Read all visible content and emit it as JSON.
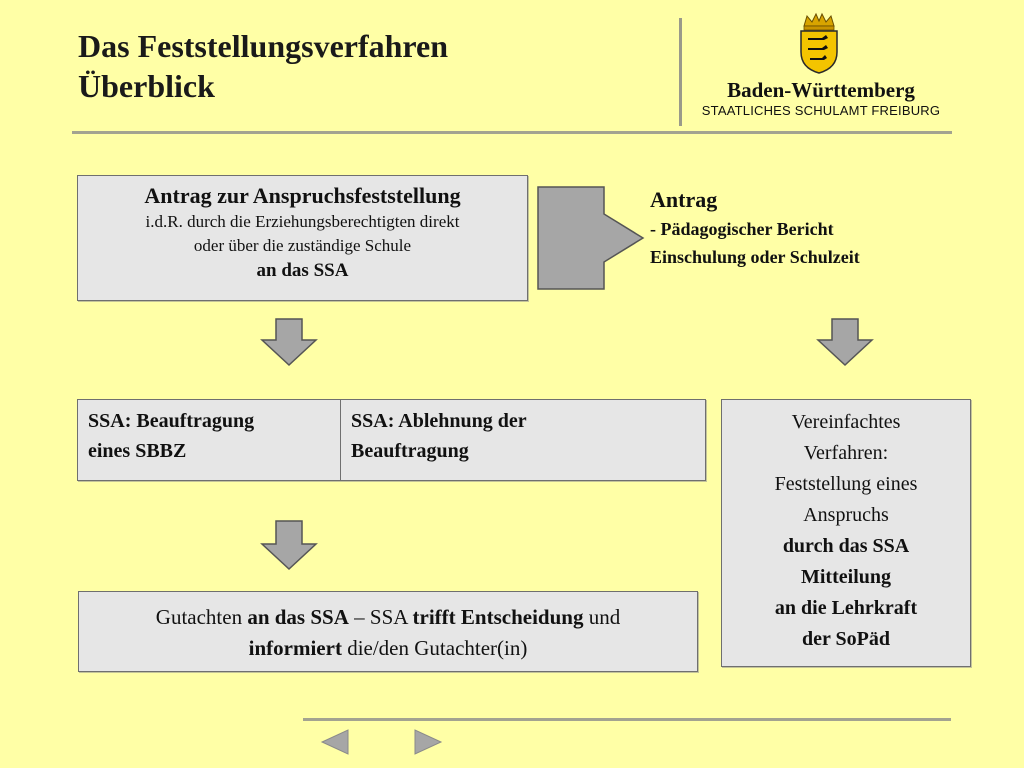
{
  "header": {
    "title_line1": "Das Feststellungsverfahren",
    "title_line2": "Überblick",
    "brand_name": "Baden-Württemberg",
    "brand_sub": "STAATLICHES SCHULAMT FREIBURG",
    "logo_icon": "coat-of-arms-icon"
  },
  "box_antrag": {
    "heading": "Antrag zur Anspruchsfeststellung",
    "line1": "i.d.R. durch die Erziehungsberechtigten direkt",
    "line2": "oder über die zuständige Schule",
    "line3": "an das SSA"
  },
  "antrag_side": {
    "heading": "Antrag",
    "line1": "- Pädagogischer Bericht",
    "line2": "Einschulung oder Schulzeit"
  },
  "box_decision": {
    "left_line1": "SSA: Beauftragung",
    "left_line2": "eines SBBZ",
    "right_line1": "SSA: Ablehnung der",
    "right_line2": "Beauftragung"
  },
  "box_gutachten": {
    "p1": "Gutachten ",
    "p2": "an das SSA",
    "p3": " – SSA ",
    "p4": "trifft Entscheidung",
    "p5": " und",
    "p6": "informiert",
    "p7": " die/den Gutachter(in)"
  },
  "box_simplified": {
    "line1": "Vereinfachtes",
    "line2": "Verfahren:",
    "line3": "Feststellung eines",
    "line4": "Anspruchs",
    "line5": "durch das SSA",
    "line6": "Mitteilung",
    "line7": "an die Lehrkraft",
    "line8": "der SoPäd"
  },
  "nav": {
    "prev_icon": "triangle-left-icon",
    "next_icon": "triangle-right-icon"
  },
  "colors": {
    "background": "#ffffa6",
    "box_fill": "#e6e6e6",
    "arrow_fill": "#a6a6a6",
    "border": "#6f6f6f"
  }
}
